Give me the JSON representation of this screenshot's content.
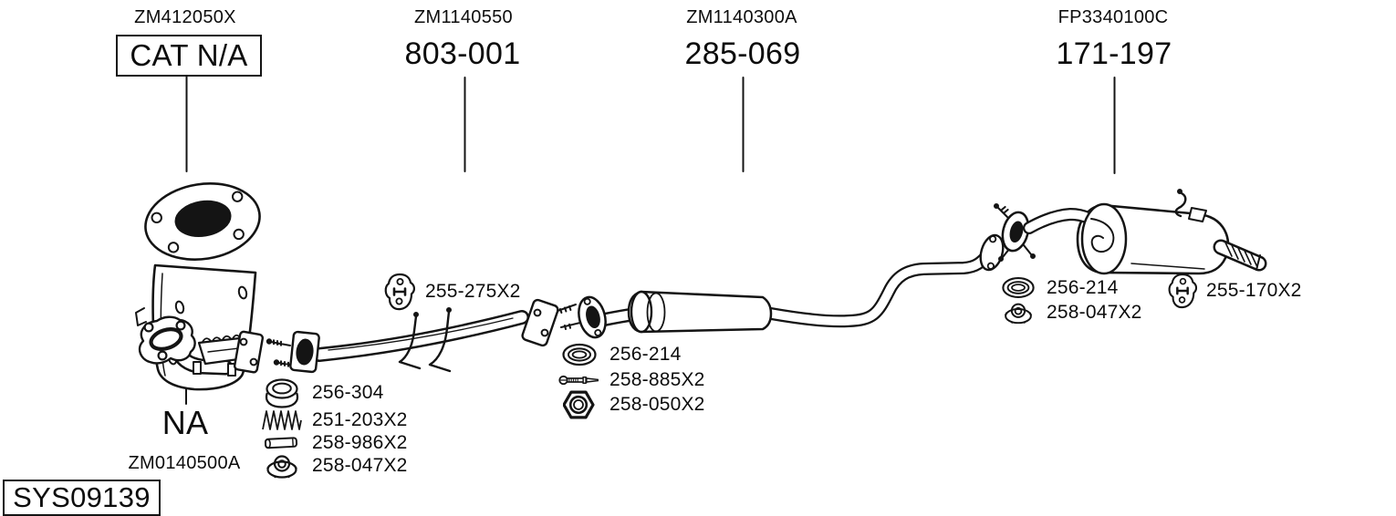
{
  "page": {
    "background": "#ffffff",
    "ink": "#141414"
  },
  "diagram": {
    "system_id": "SYS09139",
    "groups": [
      {
        "ref": "ZM412050X",
        "part": "CAT N/A",
        "boxed": true
      },
      {
        "ref": "ZM1140550",
        "part": "803-001",
        "boxed": false
      },
      {
        "ref": "ZM1140300A",
        "part": "285-069",
        "boxed": false
      },
      {
        "ref": "FP3340100C",
        "part": "171-197",
        "boxed": false
      }
    ],
    "manifold": {
      "part": "NA",
      "ref": "ZM0140500A"
    },
    "callouts": {
      "front_hanger": {
        "icon": "hanger-bracket-icon",
        "part": "255-275X2"
      },
      "front_fittings": [
        {
          "icon": "gasket-donut-icon",
          "part": "256-304"
        },
        {
          "icon": "spring-icon",
          "part": "251-203X2"
        },
        {
          "icon": "sleeve-icon",
          "part": "258-986X2"
        },
        {
          "icon": "flange-nut-icon",
          "part": "258-047X2"
        }
      ],
      "center_fittings": [
        {
          "icon": "gasket-ring-icon",
          "part": "256-214"
        },
        {
          "icon": "bolt-icon",
          "part": "258-885X2"
        },
        {
          "icon": "hex-nut-icon",
          "part": "258-050X2"
        }
      ],
      "rear_fittings": [
        {
          "icon": "gasket-ring-icon",
          "part": "256-214"
        },
        {
          "icon": "flange-nut-icon",
          "part": "258-047X2"
        }
      ],
      "rear_hanger": {
        "icon": "hanger-bracket-icon",
        "part": "255-170X2"
      }
    }
  }
}
